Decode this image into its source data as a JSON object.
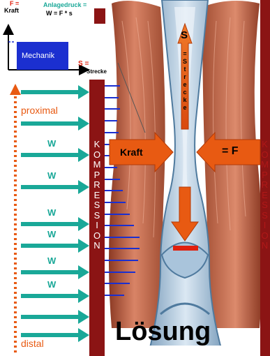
{
  "graph": {
    "f_label": "F =",
    "kraft_label": "Kraft",
    "anlagedruck_label": "Anlagedruck =",
    "formula": "W = F * s",
    "box_label": "Mechanik",
    "s_label": "S =",
    "strecke_label": "Strecke"
  },
  "left": {
    "proximal_label": "proximal",
    "distal_label": "distal",
    "w_label": "W"
  },
  "band": {
    "left_letters": [
      "K",
      "O",
      "M",
      "P",
      "R",
      "E",
      "S",
      "S",
      "I",
      "O",
      "N"
    ],
    "right_letters": [
      "K",
      "O",
      "M",
      "P",
      "R",
      "E",
      "S",
      "S",
      "I",
      "O",
      "N"
    ]
  },
  "center": {
    "s_top": "S",
    "strecke_vertical": [
      "=",
      "S",
      "t",
      "r",
      "e",
      "c",
      "k",
      "e"
    ],
    "kraft_arrow_label": "Kraft",
    "f_arrow_label": "= F",
    "solution_label": "Lösung"
  },
  "colors": {
    "teal": "#1aa898",
    "red_dark": "#8b1414",
    "orange": "#e85a12",
    "blue": "#1b2fd0"
  }
}
